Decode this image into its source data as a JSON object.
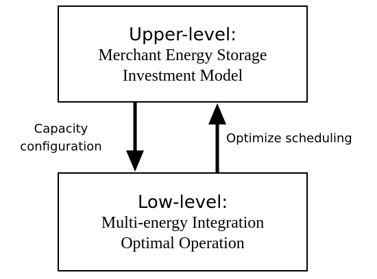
{
  "upper_box": {
    "title": "Upper-level:",
    "lines": [
      "Merchant Energy Storage",
      "Investment Model"
    ]
  },
  "lower_box": {
    "title": "Low-level:",
    "lines": [
      "Multi-energy Integration",
      "Optimal Operation"
    ]
  },
  "arrows": {
    "down_label_lines": [
      "Capacity",
      "configuration"
    ],
    "up_label": "Optimize scheduling"
  },
  "colors": {
    "stroke": "#000000",
    "background": "#ffffff"
  }
}
